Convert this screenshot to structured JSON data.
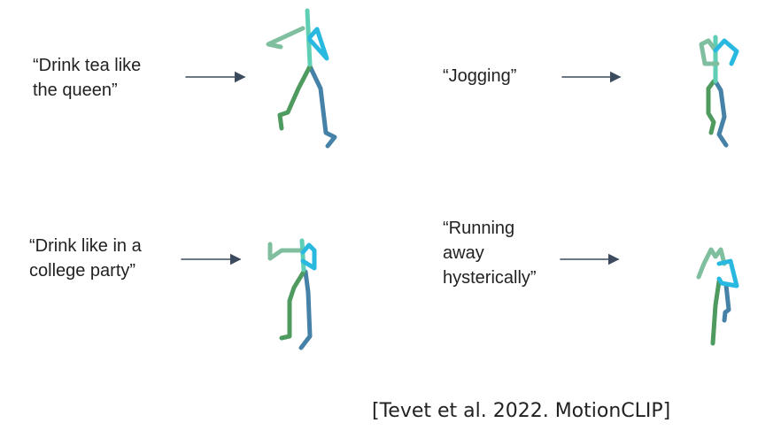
{
  "examples": [
    {
      "prompt": "“Drink tea like\nthe queen”"
    },
    {
      "prompt": "“Jogging”"
    },
    {
      "prompt": "“Drink like in a\ncollege party”"
    },
    {
      "prompt": "“Running\naway\nhysterically”"
    }
  ],
  "citation": "[Tevet et al. 2022. MotionCLIP]",
  "colors": {
    "left_arm": "#7fbf9f",
    "right_arm": "#29b9e0",
    "spine": "#5ecfb5",
    "left_leg": "#4f9a5f",
    "right_leg": "#4682a8",
    "arrow": "#3b4a5c"
  }
}
